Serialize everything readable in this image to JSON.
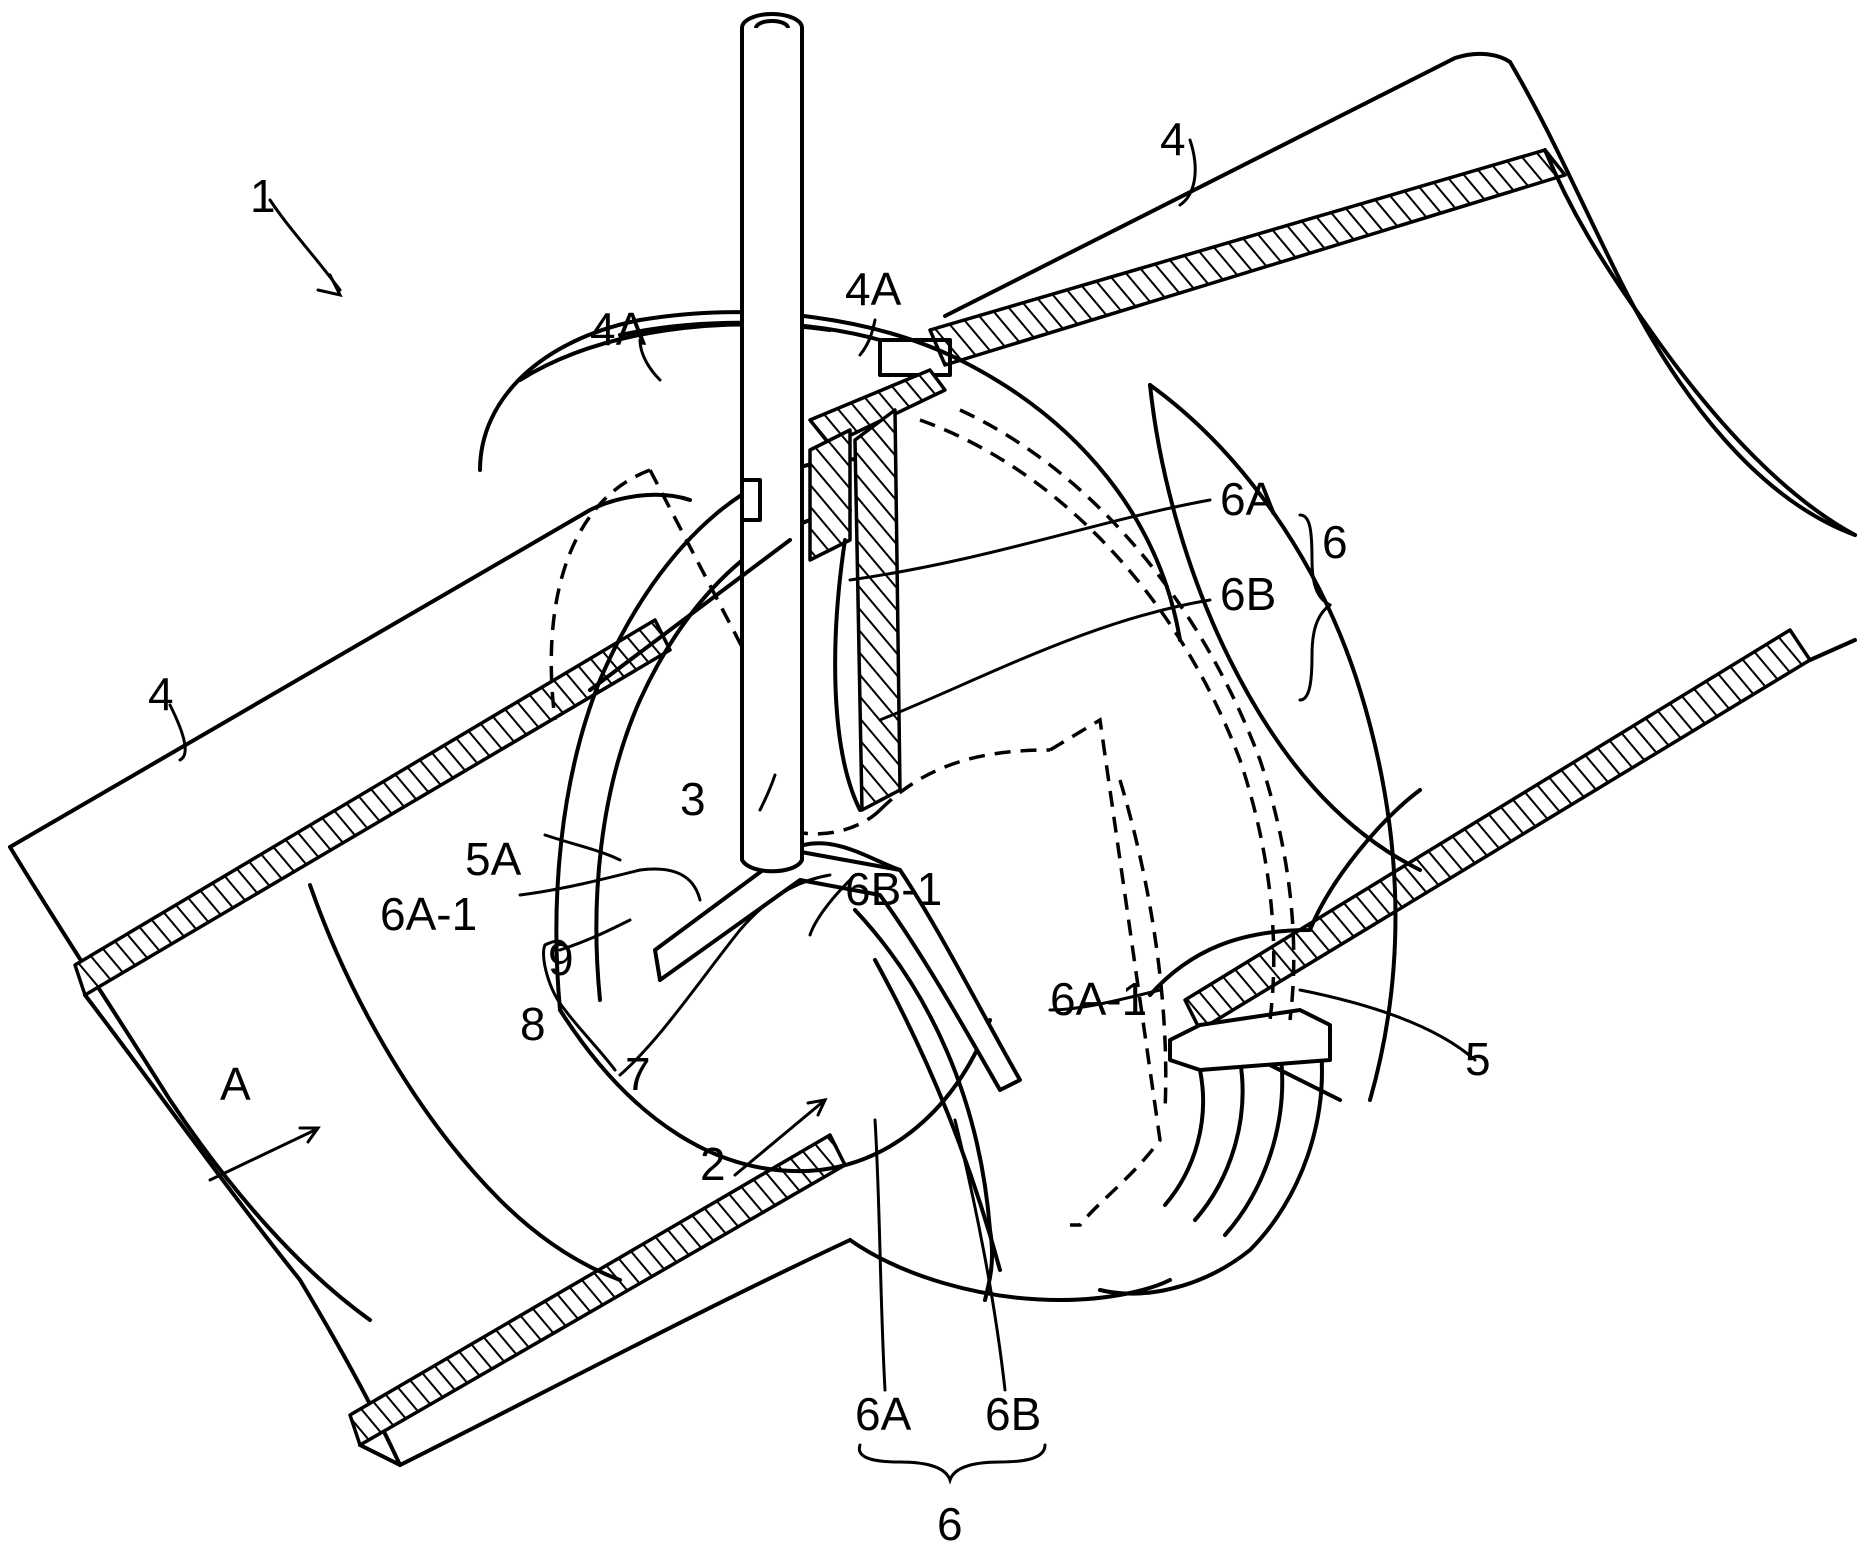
{
  "labels": {
    "device": "1",
    "pipe_upper": "4",
    "pipe_left": "4",
    "flange_left": "4A",
    "flange_right": "4A",
    "part_6a_top": "6A",
    "part_6b_top": "6B",
    "group_6_top": "6",
    "part_3": "3",
    "part_5a": "5A",
    "part_6a1_left": "6A-1",
    "part_9": "9",
    "part_8": "8",
    "part_7": "7",
    "part_6b1": "6B-1",
    "part_6a1_right": "6A-1",
    "part_5": "5",
    "flow_a": "A",
    "part_2": "2",
    "part_6a_bottom": "6A",
    "part_6b_bottom": "6B",
    "group_6_bottom": "6"
  }
}
